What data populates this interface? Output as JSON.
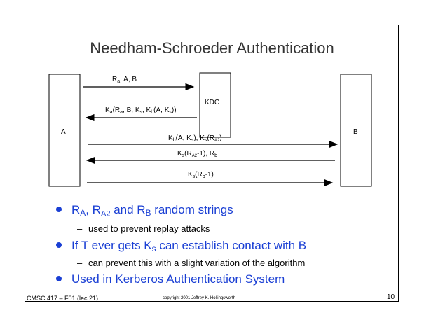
{
  "title": "Needham-Schroeder Authentication",
  "diagram": {
    "node_a": "A",
    "node_kdc": "KDC",
    "node_b": "B",
    "messages": [
      {
        "from": "A",
        "to": "KDC",
        "label": "R_a, A, B"
      },
      {
        "from": "KDC",
        "to": "A",
        "label": "K_a(R_a, B, K_s, K_b(A, K_s))"
      },
      {
        "from": "A",
        "to": "B",
        "label": "K_b(A, K_s), K_s(R_A2)"
      },
      {
        "from": "B",
        "to": "A",
        "label": "K_s(R_A2-1), R_b"
      },
      {
        "from": "A",
        "to": "B",
        "label": "K_s(R_b-1)"
      }
    ]
  },
  "bullets": [
    {
      "text": "R_A, R_A2 and R_B random strings",
      "sub": "used to prevent replay attacks"
    },
    {
      "text": "If T ever gets K_s can establish contact with B",
      "sub": "can prevent this with a slight variation of the algorithm"
    },
    {
      "text": "Used in Kerberos Authentication System",
      "sub": ""
    }
  ],
  "footer": {
    "left": "CMSC 417 – F01  (lec 21)",
    "center": "copyright 2001 Jeffrey K. Hollingsworth",
    "page": "10"
  }
}
